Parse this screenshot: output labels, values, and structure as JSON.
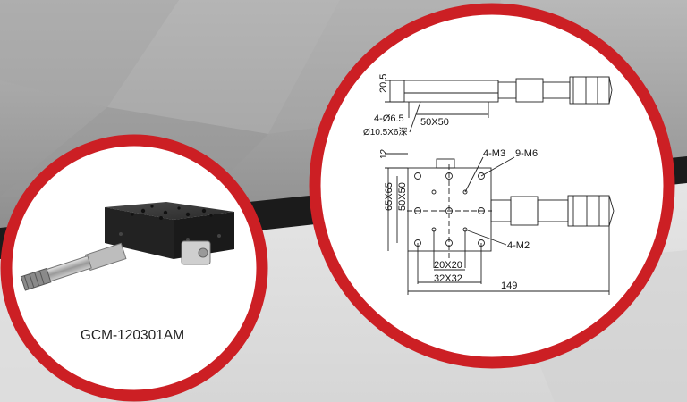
{
  "product": {
    "model": "GCM-120301AM"
  },
  "drawing": {
    "dim_height_side": "20.5",
    "dim_holes_side": "4-Ø6.5",
    "dim_counterbore": "Ø10.5X6深",
    "dim_pitch_side": "50X50",
    "dim_top_offset": "12",
    "dim_outer": "65X65",
    "dim_hole_pitch": "50X50",
    "label_m3": "4-M3",
    "label_m6": "9-M6",
    "label_m2": "4-M2",
    "dim_inner1": "20X20",
    "dim_inner2": "32X32",
    "dim_total_length": "149"
  },
  "colors": {
    "ring": "#cc1f24",
    "dark_band": "#1b1b1b",
    "upper_bg": "#9e9e9e",
    "lower_bg": "#e8e8e8"
  }
}
